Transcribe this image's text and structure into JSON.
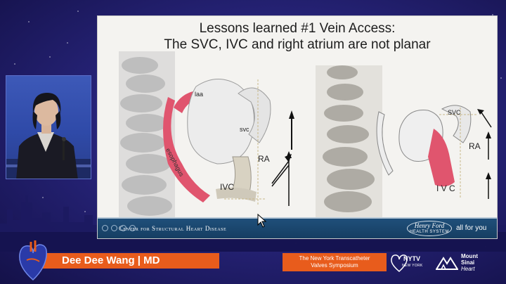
{
  "slide": {
    "title_line1": "Lessons learned #1 Vein Access:",
    "title_line2": "The SVC, IVC and right atrium are not planar",
    "left_image": {
      "label_laa": "laa",
      "label_svc": "svc",
      "label_ra": "RA",
      "label_ivc": "IVC",
      "label_esophagus": "esophagus"
    },
    "right_image": {
      "label_svc": "SVC",
      "label_ra": "RA",
      "label_ivc": "I V C"
    },
    "footer": {
      "center_name": "Center for Structural Heart Disease",
      "logo_line1": "Henry Ford",
      "logo_line2": "HEALTH SYSTEM",
      "tagline": "all for you"
    }
  },
  "lower_third": {
    "presenter_name": "Dee Dee Wang | MD",
    "event_line1": "The New York Transcatheter",
    "event_line2": "Valves Symposium",
    "nytv_logo": "NYTV",
    "nytv_sub": "NEW YORK",
    "hospital_line1": "Mount",
    "hospital_line2": "Sinai",
    "hospital_line3": "Heart"
  },
  "colors": {
    "background": "#27247a",
    "accent_orange": "#e85c1c",
    "footer_blue": "#1f4f7a",
    "atrium_pink": "#e0556e"
  },
  "icons": [
    "heart-logo-icon",
    "nytv-heart-icon",
    "mount-sinai-peaks-icon",
    "mouse-cursor-icon"
  ]
}
